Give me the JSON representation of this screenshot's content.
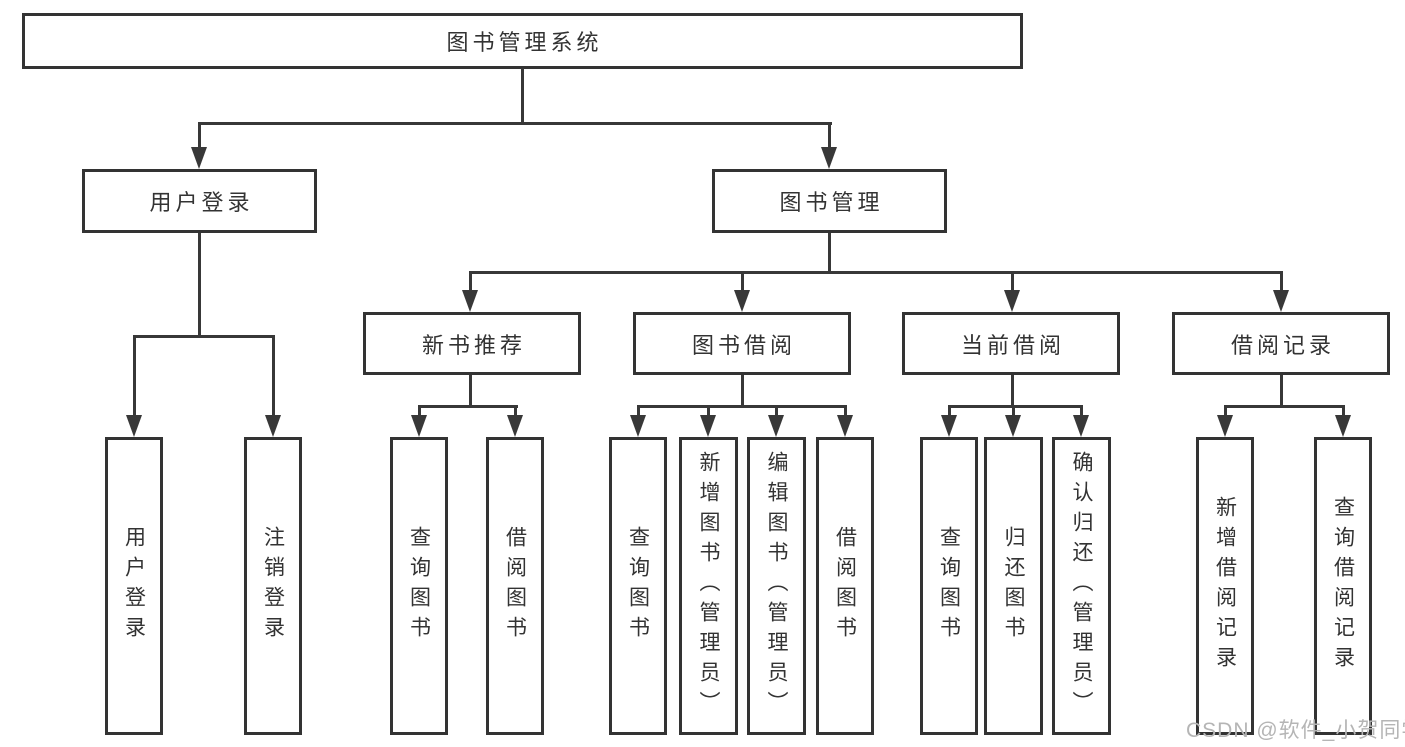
{
  "tree": {
    "root": {
      "label": "图书管理系统",
      "children": [
        {
          "label": "用户登录",
          "children": [
            {
              "label": "用户登录"
            },
            {
              "label": "注销登录"
            }
          ]
        },
        {
          "label": "图书管理",
          "children": [
            {
              "label": "新书推荐",
              "children": [
                {
                  "label": "查询图书"
                },
                {
                  "label": "借阅图书"
                }
              ]
            },
            {
              "label": "图书借阅",
              "children": [
                {
                  "label": "查询图书"
                },
                {
                  "label": "新增图书（管理员）"
                },
                {
                  "label": "编辑图书（管理员）"
                },
                {
                  "label": "借阅图书"
                }
              ]
            },
            {
              "label": "当前借阅",
              "children": [
                {
                  "label": "查询图书"
                },
                {
                  "label": "归还图书"
                },
                {
                  "label": "确认归还（管理员）"
                }
              ]
            },
            {
              "label": "借阅记录",
              "children": [
                {
                  "label": "新增借阅记录"
                },
                {
                  "label": "查询借阅记录"
                }
              ]
            }
          ]
        }
      ]
    }
  },
  "watermark": {
    "text": "CSDN @软件_小贺同学"
  },
  "colors": {
    "line": "#383838",
    "border": "#333333",
    "text": "#333333",
    "watermark": "#b5b5b5",
    "background": "#ffffff"
  }
}
